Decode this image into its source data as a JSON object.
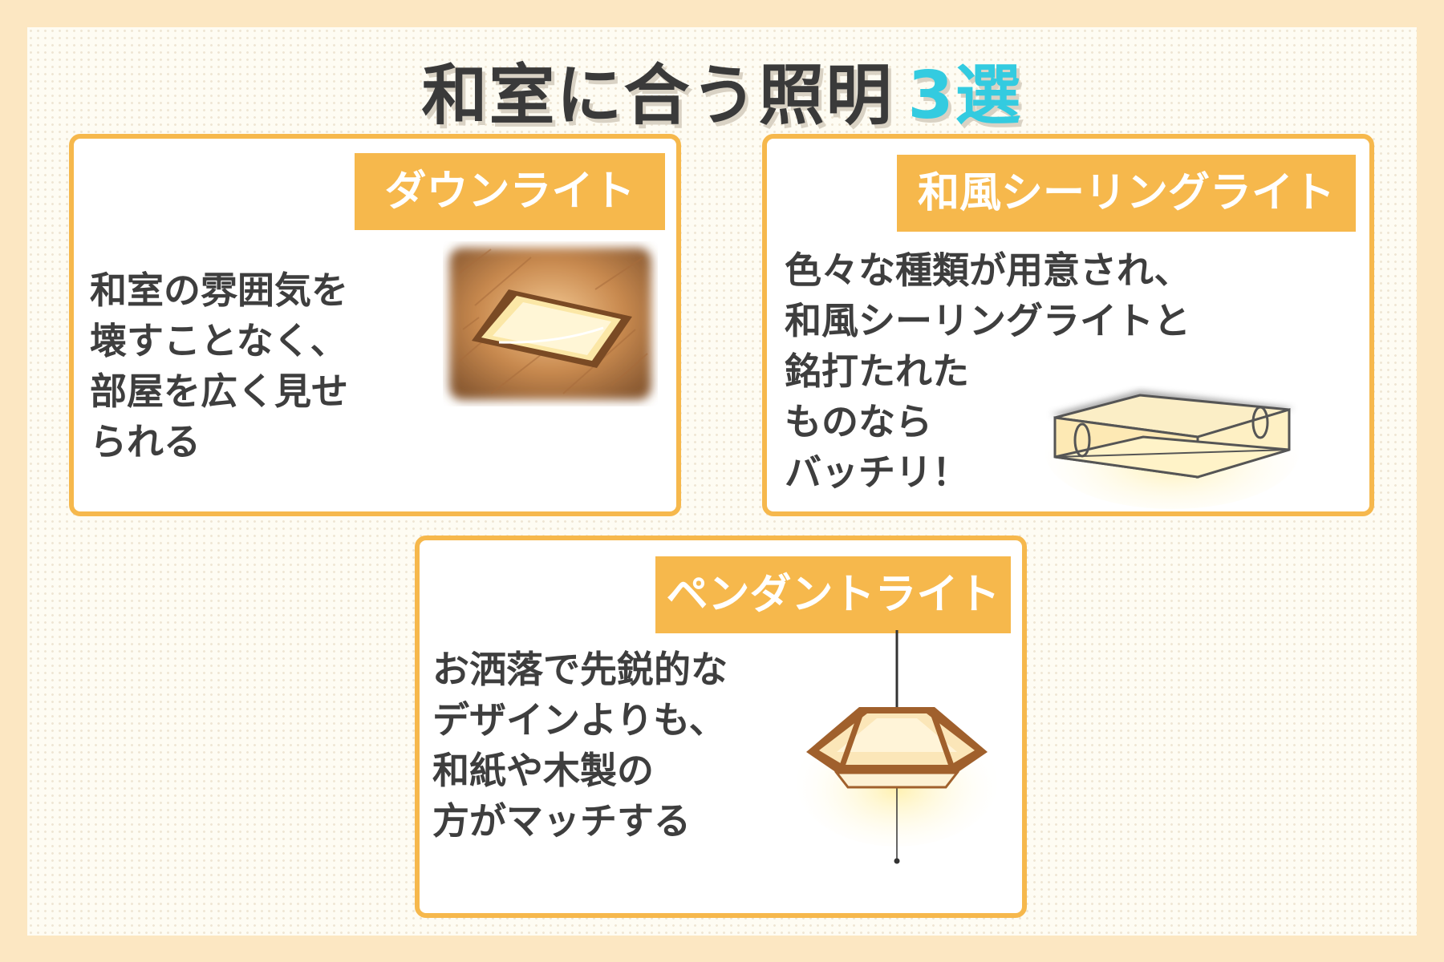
{
  "header": {
    "title": "和室に合う照明",
    "accent": "3選"
  },
  "colors": {
    "card_border": "#f6b84c",
    "label_bg": "#f6b84c",
    "accent": "#33cbe0",
    "text": "#3e3e3e",
    "background": "#fce7c2"
  },
  "cards": [
    {
      "label": "ダウンライト",
      "lines": [
        "和室の雰囲気を",
        "壊すことなく、",
        "部屋を広く見せ",
        "られる"
      ],
      "icon": "downlight-icon"
    },
    {
      "label": "和風シーリングライト",
      "lines": [
        "色々な種類が用意され、",
        "和風シーリングライトと",
        "銘打たれた",
        "ものなら",
        "バッチリ！"
      ],
      "icon": "ceiling-light-icon"
    },
    {
      "label": "ペンダントライト",
      "lines": [
        "お洒落で先鋭的な",
        "デザインよりも、",
        "和紙や木製の",
        "方がマッチする"
      ],
      "icon": "pendant-light-icon"
    }
  ]
}
